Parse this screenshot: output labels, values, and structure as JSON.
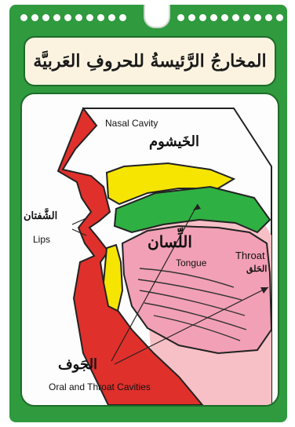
{
  "title": "المخارجُ الرَّئيسةُ للحروفِ العَربيَّة",
  "labels": {
    "nasal_en": "Nasal Cavity",
    "nasal_ar": "الخَيشوم",
    "lips_ar": "الشَّفتان",
    "lips_en": "Lips",
    "tongue_ar": "اللِّسان",
    "tongue_en": "Tongue",
    "throat_en": "Throat",
    "throat_ar": "الحَلق",
    "cavity_ar": "الجَوف",
    "cavity_en": "Oral and Throat Cavities"
  },
  "colors": {
    "card": "#2f9a3e",
    "lips_red": "#e0302b",
    "palate_yellow": "#f5e500",
    "nasal_green": "#2fb043",
    "tongue_pink": "#f2a0b6",
    "throat_pink": "#f7c0c6"
  }
}
